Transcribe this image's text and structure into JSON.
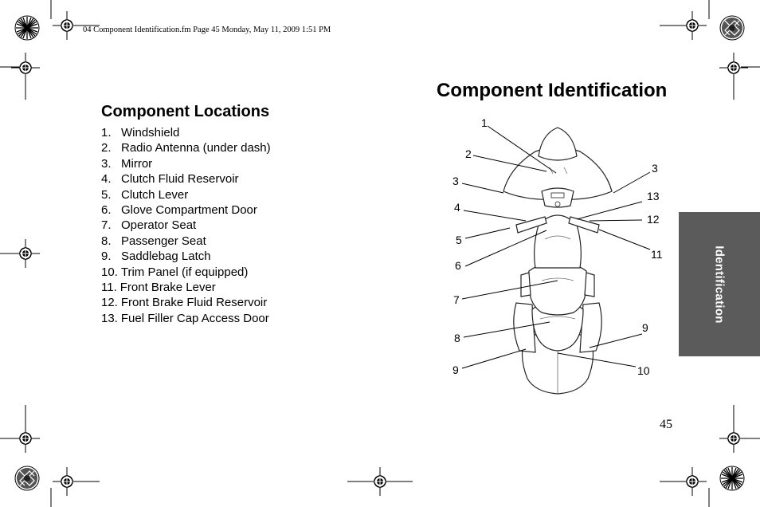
{
  "header": {
    "file_info": "04 Component Identification.fm  Page 45  Monday, May 11, 2009  1:51 PM"
  },
  "page_title": "Component Identification",
  "section": {
    "heading": "Component Locations",
    "items": [
      {
        "num": "1.",
        "label": "Windshield"
      },
      {
        "num": "2.",
        "label": "Radio Antenna (under dash)"
      },
      {
        "num": "3.",
        "label": "Mirror"
      },
      {
        "num": "4.",
        "label": "Clutch Fluid Reservoir"
      },
      {
        "num": "5.",
        "label": "Clutch Lever"
      },
      {
        "num": "6.",
        "label": "Glove Compartment Door"
      },
      {
        "num": "7.",
        "label": "Operator Seat"
      },
      {
        "num": "8.",
        "label": "Passenger Seat"
      },
      {
        "num": "9.",
        "label": "Saddlebag Latch"
      },
      {
        "num": "10.",
        "label": "Trim Panel (if equipped)"
      },
      {
        "num": "11.",
        "label": "Front Brake Lever"
      },
      {
        "num": "12.",
        "label": "Front Brake Fluid Reservoir"
      },
      {
        "num": "13.",
        "label": "Fuel Filler Cap Access Door"
      }
    ]
  },
  "diagram": {
    "callouts": {
      "c1": "1",
      "c2": "2",
      "c3_left": "3",
      "c3_right": "3",
      "c4": "4",
      "c5": "5",
      "c6": "6",
      "c7": "7",
      "c8": "8",
      "c9_left": "9",
      "c9_right": "9",
      "c10": "10",
      "c11": "11",
      "c12": "12",
      "c13": "13"
    }
  },
  "side_tab": {
    "label": "Identification",
    "color": "#5b5b5b"
  },
  "page_number": "45"
}
